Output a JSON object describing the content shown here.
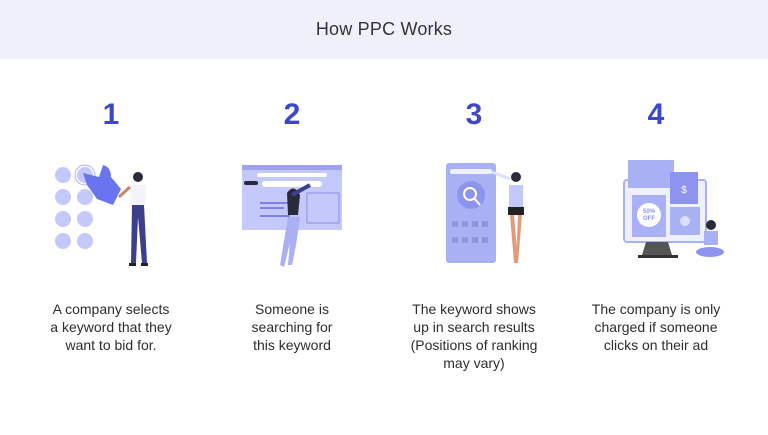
{
  "header": {
    "title": "How PPC Works"
  },
  "steps": [
    {
      "number": "1",
      "illustration": "touch-keypad-illustration",
      "description": "A company selects\na keyword that they\nwant to bid for."
    },
    {
      "number": "2",
      "illustration": "browser-search-illustration",
      "description": "Someone is\nsearching for\nthis keyword"
    },
    {
      "number": "3",
      "illustration": "mobile-search-results-illustration",
      "description": "The keyword shows\nup in search results\n(Positions of ranking\nmay vary)"
    },
    {
      "number": "4",
      "illustration": "ad-click-monitor-illustration",
      "description": "The company is only\ncharged if someone\nclicks on their ad",
      "ad_badge": "50%\nOFF"
    }
  ],
  "colors": {
    "accent": "#3d47c9",
    "header_bg": "#f0f0fc",
    "illustration_primary": "#a9b0f4",
    "illustration_dark": "#5b64e0"
  }
}
